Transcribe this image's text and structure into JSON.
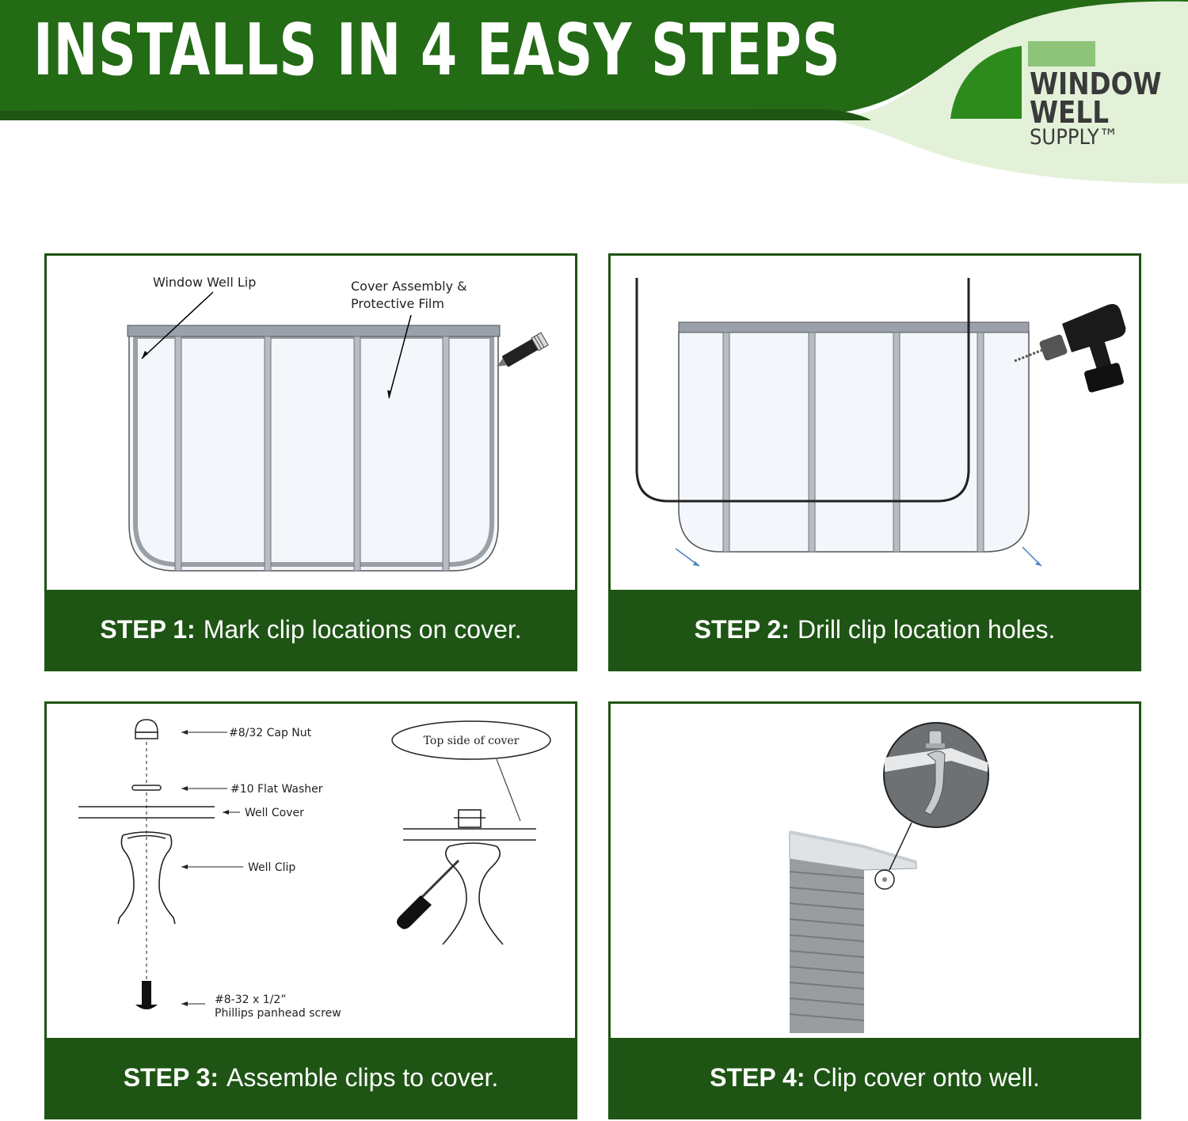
{
  "header": {
    "title": "INSTALLS IN 4 EASY STEPS",
    "brand": {
      "line1": "WINDOW",
      "line2": "WELL",
      "line3": "SUPPLY™"
    },
    "colors": {
      "dark_green": "#236b15",
      "mid_green": "#3a8a24",
      "light_green": "#e3f1d9",
      "caption_green": "#1e5414"
    }
  },
  "steps": [
    {
      "label": "STEP 1:",
      "text": "Mark clip locations on cover.",
      "callouts": {
        "lip": "Window Well Lip",
        "cover_line1": "Cover Assembly &",
        "cover_line2": "Protective Film"
      }
    },
    {
      "label": "STEP 2:",
      "text": "Drill clip location holes."
    },
    {
      "label": "STEP 3:",
      "text": "Assemble clips to cover.",
      "callouts": {
        "cap_nut": "#8/32 Cap Nut",
        "washer": "#10 Flat Washer",
        "well_cover": "Well Cover",
        "well_clip": "Well Clip",
        "screw_line1": "#8-32 x 1/2”",
        "screw_line2": "Phillips panhead screw",
        "top_side": "Top side of cover"
      }
    },
    {
      "label": "STEP 4:",
      "text": "Clip cover onto well."
    }
  ]
}
